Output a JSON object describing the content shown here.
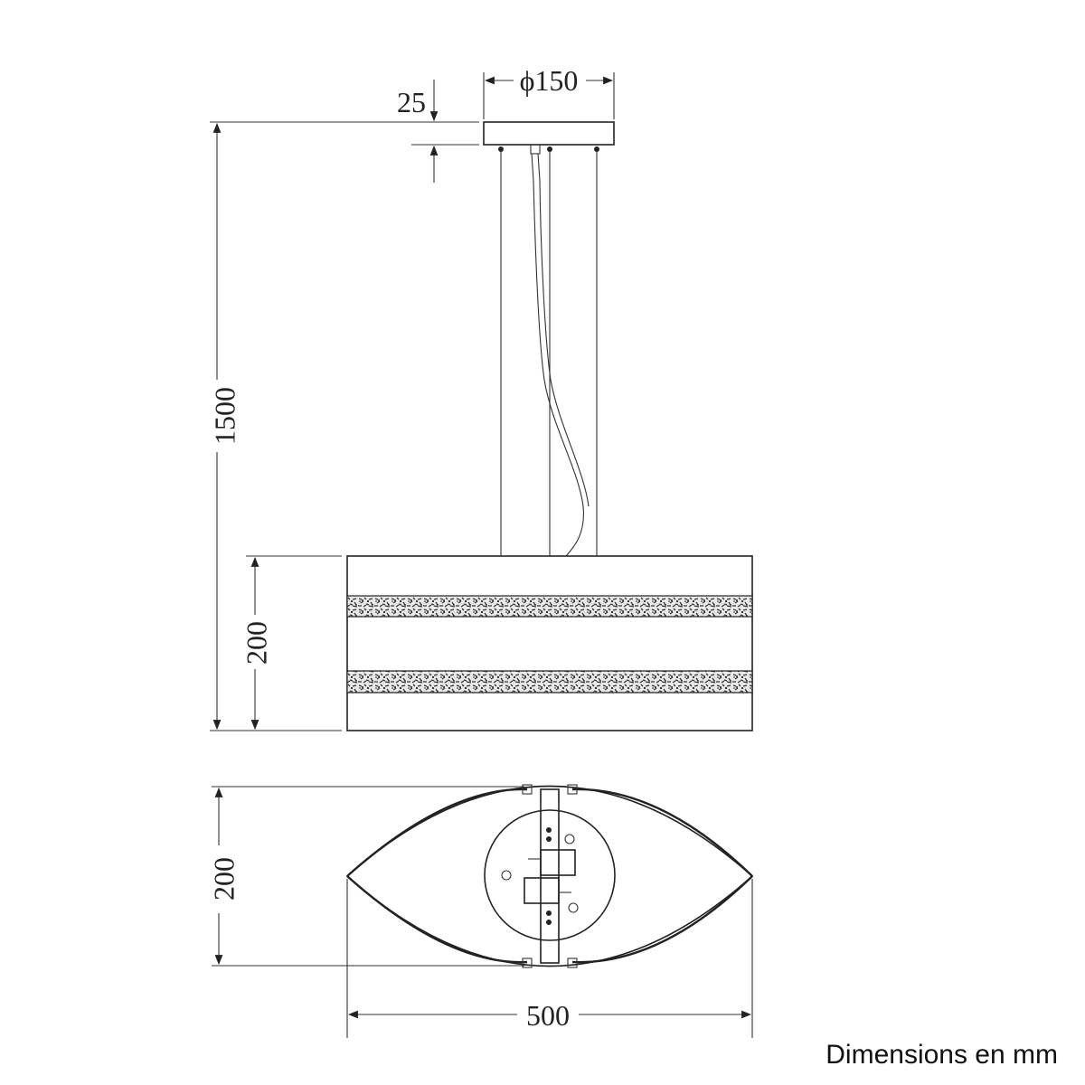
{
  "dimensions": {
    "canopy_diameter": "ϕ150",
    "canopy_height": "25",
    "total_height": "1500",
    "shade_height": "200",
    "top_view_depth": "200",
    "top_view_width": "500"
  },
  "caption": "Dimensions en mm"
}
